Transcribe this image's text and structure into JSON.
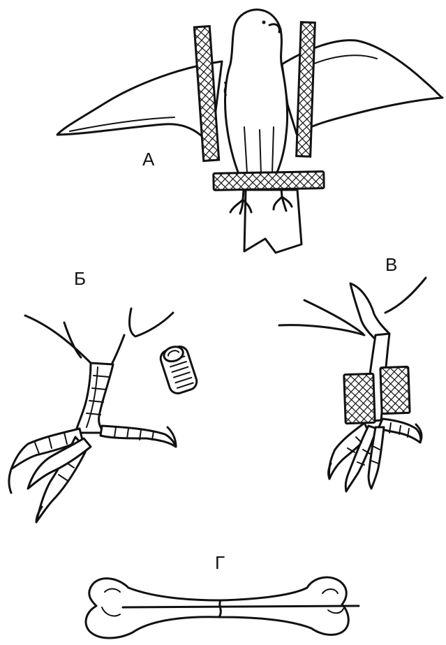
{
  "figure": {
    "labels": {
      "a": "А",
      "b": "Б",
      "v": "В",
      "g": "Г"
    },
    "colors": {
      "ink": "#111111",
      "background": "#ffffff"
    }
  }
}
